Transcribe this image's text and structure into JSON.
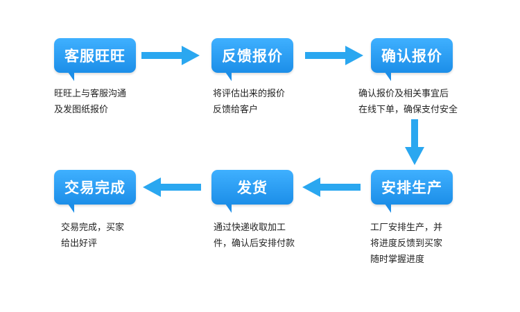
{
  "steps": [
    {
      "label": "客服旺旺",
      "lines": [
        "旺旺上与客服沟通",
        "及发图纸报价"
      ]
    },
    {
      "label": "反馈报价",
      "lines": [
        "将评估出来的报价",
        "反馈给客户"
      ]
    },
    {
      "label": "确认报价",
      "lines": [
        "确认报价及相关事宜后",
        "在线下单，确保支付安全"
      ]
    },
    {
      "label": "安排生产",
      "lines": [
        "工厂安排生产，并",
        "将进度反馈到买家",
        "随时掌握进度"
      ]
    },
    {
      "label": "发货",
      "lines": [
        "通过快递收取加工",
        "件，确认后安排付款"
      ]
    },
    {
      "label": "交易完成",
      "lines": [
        "交易完成，买家",
        "给出好评"
      ]
    }
  ],
  "colors": {
    "accent": "#1c8ee8",
    "arrow": "#2aa7f0"
  }
}
